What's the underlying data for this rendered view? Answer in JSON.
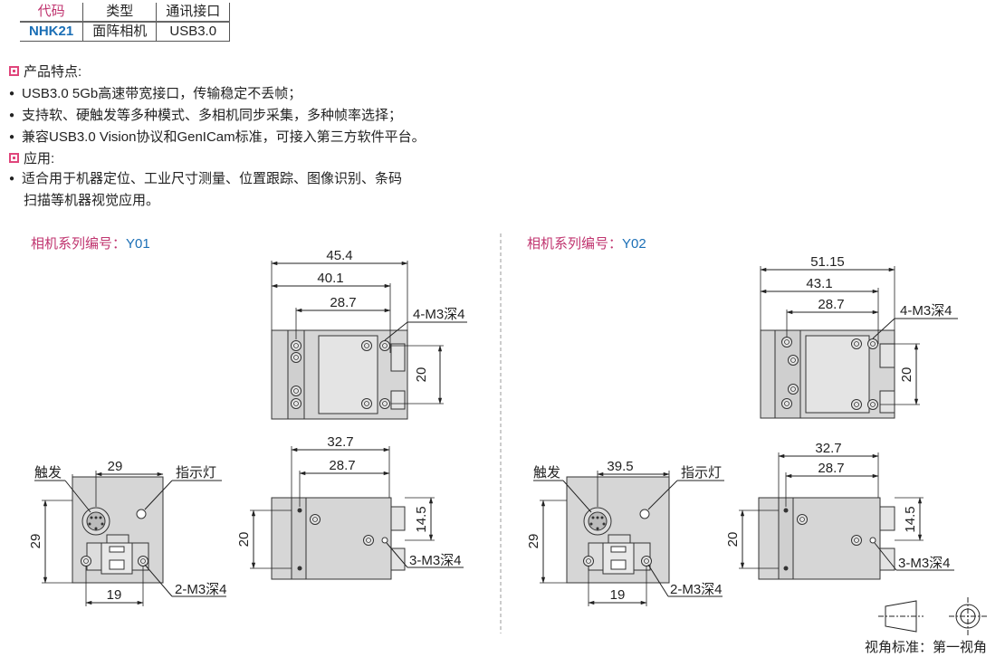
{
  "table": {
    "headers": [
      "代码",
      "类型",
      "通讯接口"
    ],
    "row": [
      "NHK21",
      "面阵相机",
      "USB3.0"
    ]
  },
  "features": {
    "title": "产品特点:",
    "items": [
      "USB3.0 5Gb高速带宽接口，传输稳定不丢帧；",
      "支持软、硬触发等多种模式、多相机同步采集，多种帧率选择；",
      "兼容USB3.0 Vision协议和GenICam标准，可接入第三方软件平台。"
    ]
  },
  "application": {
    "title": "应用:",
    "line1": "适合用于机器定位、工业尺寸测量、位置跟踪、图像识别、条码",
    "line2": "扫描等机器视觉应用。"
  },
  "series_left": {
    "label": "相机系列编号：",
    "code": "Y01"
  },
  "series_right": {
    "label": "相机系列编号：",
    "code": "Y02"
  },
  "left": {
    "top_w1": "45.4",
    "top_w2": "40.1",
    "top_w3": "28.7",
    "top_hole": "4-M3深4",
    "top_h": "20",
    "back_trigger": "触发",
    "back_w": "29",
    "back_led": "指示灯",
    "back_h": "29",
    "back_w2": "19",
    "back_hole": "2-M3深4",
    "side_w1": "32.7",
    "side_w2": "28.7",
    "side_h": "20",
    "side_h2": "14.5",
    "side_hole": "3-M3深4"
  },
  "right": {
    "top_w1": "51.15",
    "top_w2": "43.1",
    "top_w3": "28.7",
    "top_hole": "4-M3深4",
    "top_h": "20",
    "back_trigger": "触发",
    "back_w": "39.5",
    "back_led": "指示灯",
    "back_h": "29",
    "back_w2": "19",
    "back_hole": "2-M3深4",
    "side_w1": "32.7",
    "side_w2": "28.7",
    "side_h": "20",
    "side_h2": "14.5",
    "side_hole": "3-M3深4"
  },
  "projection": {
    "label": "视角标准：第一视角"
  }
}
